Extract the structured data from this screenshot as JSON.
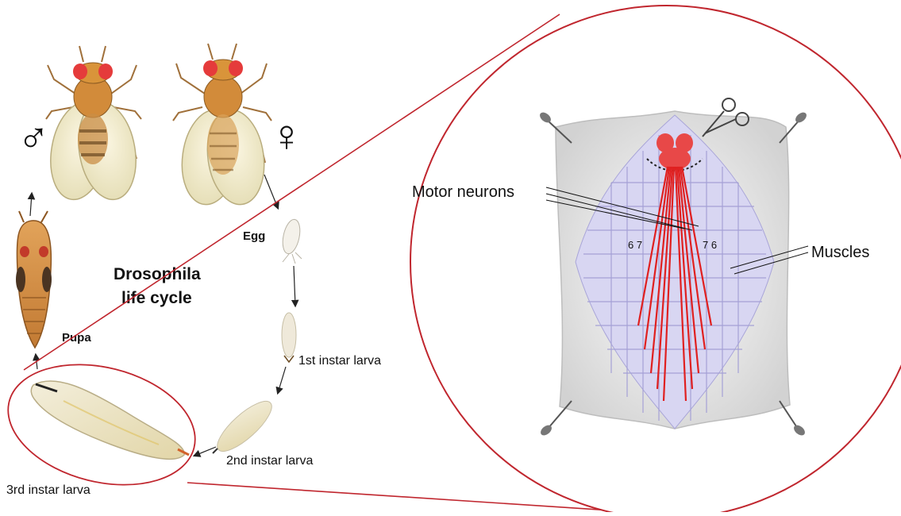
{
  "title_line1": "Drosophila",
  "title_line2": "life cycle",
  "stages": {
    "egg": "Egg",
    "first_instar": "1st instar larva",
    "second_instar": "2nd instar larva",
    "third_instar": "3rd instar larva",
    "pupa": "Pupa"
  },
  "symbols": {
    "male": "♂",
    "female": "♀"
  },
  "dissection": {
    "motor_neurons_label": "Motor neurons",
    "muscles_label": "Muscles",
    "muscle_numbers_left": "6 7",
    "muscle_numbers_right": "7 6"
  },
  "colors": {
    "outline_red": "#c0262e",
    "nerve_red": "#e02020",
    "muscle_lavender": "#c9c6ec",
    "fly_body": "#d9943a",
    "fly_eye": "#e53b3b"
  }
}
